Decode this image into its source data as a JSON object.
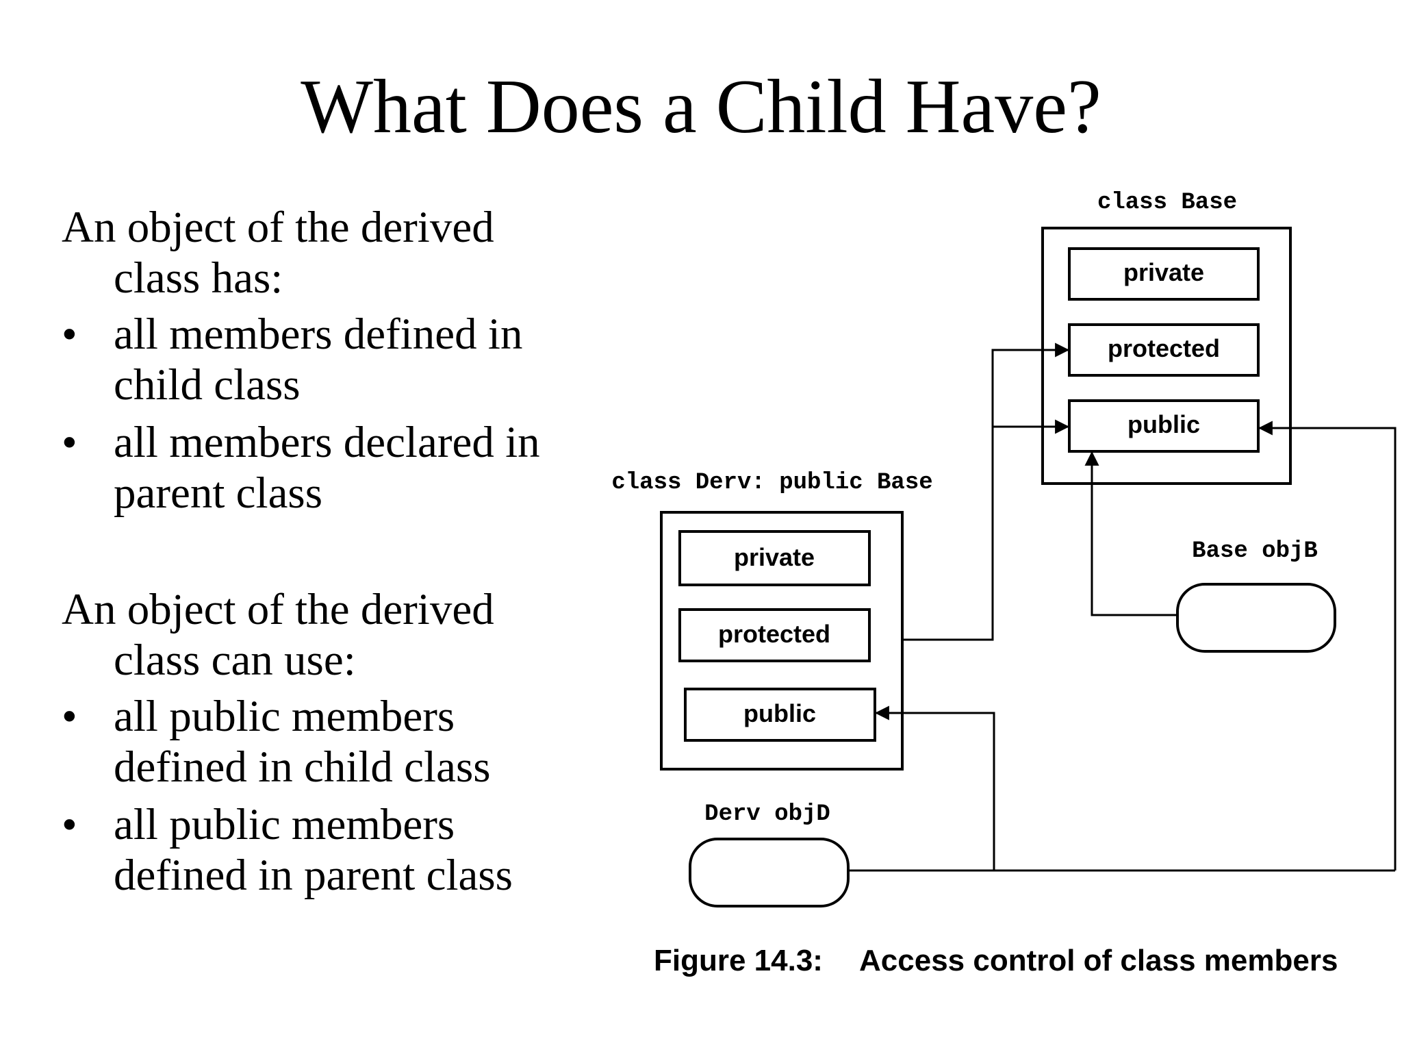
{
  "title": "What Does a Child Have?",
  "section1": {
    "intro": "An object of the derived class has:",
    "bullets": [
      "all members defined in child class",
      "all members declared in parent class"
    ]
  },
  "section2": {
    "intro": "An object of the derived class can use:",
    "bullets": [
      "all public members defined in child class",
      "all public members defined in parent class"
    ]
  },
  "bullet_symbol": "•",
  "diagram": {
    "base_class_label": "class Base",
    "derv_class_label": "class Derv: public Base",
    "base_members": [
      "private",
      "protected",
      "public"
    ],
    "derv_members": [
      "private",
      "protected",
      "public"
    ],
    "base_object_label": "Base objB",
    "derv_object_label": "Derv objD",
    "caption_number": "Figure 14.3:",
    "caption_text": "Access control of class members"
  }
}
